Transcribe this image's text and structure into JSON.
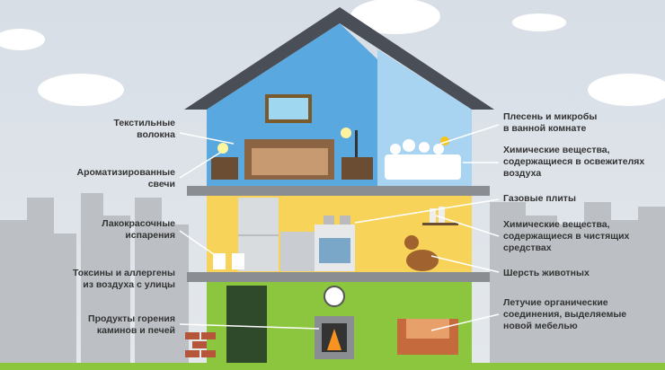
{
  "colors": {
    "sky": "#dbe2e9",
    "roof": "#4a4f57",
    "top_floor_left": "#5aa8e0",
    "top_floor_right": "#a8d4f2",
    "middle_floor": "#f8d35a",
    "bottom_floor": "#8cc63f",
    "slab": "#8a8d91",
    "city": "#b8bcc1",
    "label_text": "#333333"
  },
  "labels_left": [
    {
      "text": "Текстильные волокна",
      "lines": [
        "Текстильные",
        "волокна"
      ]
    },
    {
      "text": "Ароматизированные свечи",
      "lines": [
        "Ароматизированные",
        "свечи"
      ]
    },
    {
      "text": "Лакокрасочные испарения",
      "lines": [
        "Лакокрасочные",
        "испарения"
      ]
    },
    {
      "text": "Токсины и аллергены из воздуха с улицы",
      "lines": [
        "Токсины и аллергены",
        "из воздуха с улицы"
      ]
    },
    {
      "text": "Продукты горения каминов и печей",
      "lines": [
        "Продукты горения",
        "каминов и печей"
      ]
    }
  ],
  "labels_right": [
    {
      "lines": [
        "Плесень и микробы",
        "в ванной комнате"
      ]
    },
    {
      "lines": [
        "Химические вещества,",
        "содержащиеся в освежителях",
        "воздуха"
      ]
    },
    {
      "lines": [
        "Газовые плиты"
      ]
    },
    {
      "lines": [
        "Химические вещества,",
        "содержащиеся в чистящих",
        "средствах"
      ]
    },
    {
      "lines": [
        "Шерсть животных"
      ]
    },
    {
      "lines": [
        "Летучие органические",
        "соединения, выделяемые",
        "новой мебелью"
      ]
    }
  ]
}
